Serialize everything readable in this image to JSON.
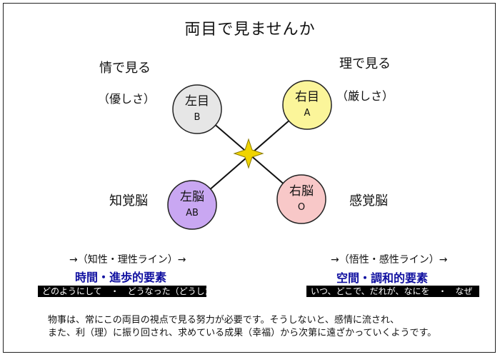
{
  "title": "両目で見ませんか",
  "left_top": {
    "label": "情で見る",
    "sub": "（優しさ）"
  },
  "right_top": {
    "label": "理で見る",
    "sub": "（厳しさ）"
  },
  "left_bottom_label": "知覚脳",
  "right_bottom_label": "感覚脳",
  "circles": {
    "top_left": {
      "main": "左目",
      "sub": "B",
      "color": "#e6e6e6"
    },
    "top_right": {
      "main": "右目",
      "sub": "A",
      "color": "#fbf59a"
    },
    "bottom_left": {
      "main": "左脳",
      "sub": "AB",
      "color": "#c9a7f2"
    },
    "bottom_right": {
      "main": "右脳",
      "sub": "O",
      "color": "#f8c8c8"
    }
  },
  "star_color": "#f0d400",
  "left_block": {
    "flow": "→（知性・理性ライン）→",
    "key": "時間・進歩的要素",
    "bar": "どのようにして　・　どうなった（どうしたい）"
  },
  "right_block": {
    "flow": "→（悟性・感性ライン）→",
    "key": "空間・調和的要素",
    "bar": "いつ、どこで、だれが、なにを　・　なぜ"
  },
  "note": {
    "line1": "物事は、常にこの両目の視点で見る努力が必要です。そうしないと、感情に流され、",
    "line2": "また、利（理）に振り回され、求めている成果（幸福）から次第に遠ざかっていくようです。"
  }
}
